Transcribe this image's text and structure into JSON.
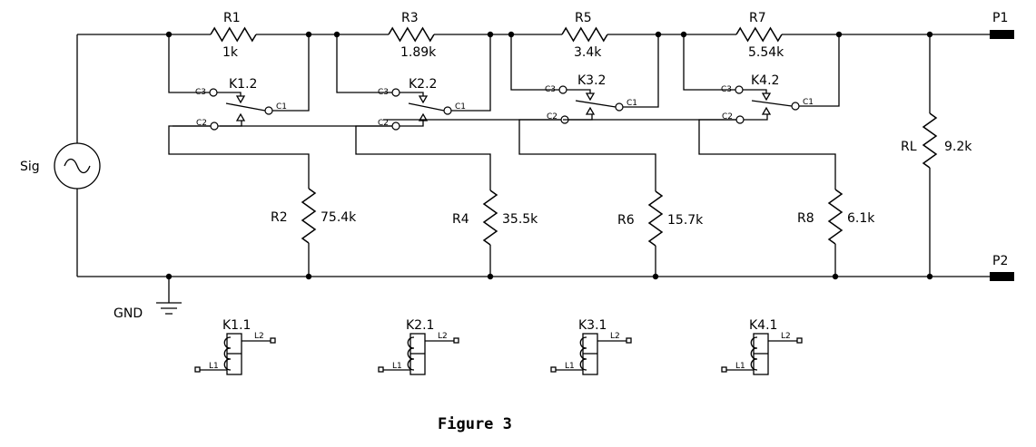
{
  "figure_caption": "Figure 3",
  "source": {
    "label": "Sig"
  },
  "ground": {
    "label": "GND"
  },
  "ports": {
    "p1": "P1",
    "p2": "P2"
  },
  "series_resistors": [
    {
      "name": "R1",
      "value": "1k"
    },
    {
      "name": "R3",
      "value": "1.89k"
    },
    {
      "name": "R5",
      "value": "3.4k"
    },
    {
      "name": "R7",
      "value": "5.54k"
    }
  ],
  "shunt_resistors": [
    {
      "name": "R2",
      "value": "75.4k"
    },
    {
      "name": "R4",
      "value": "35.5k"
    },
    {
      "name": "R6",
      "value": "15.7k"
    },
    {
      "name": "R8",
      "value": "6.1k"
    }
  ],
  "load": {
    "name": "RL",
    "value": "9.2k"
  },
  "switches": [
    {
      "name": "K1.2",
      "c1": "C1",
      "c2": "C2",
      "c3": "C3"
    },
    {
      "name": "K2.2",
      "c1": "C1",
      "c2": "C2",
      "c3": "C3"
    },
    {
      "name": "K3.2",
      "c1": "C1",
      "c2": "C2",
      "c3": "C3"
    },
    {
      "name": "K4.2",
      "c1": "C1",
      "c2": "C2",
      "c3": "C3"
    }
  ],
  "coils": [
    {
      "name": "K1.1",
      "l1": "L1",
      "l2": "L2"
    },
    {
      "name": "K2.1",
      "l1": "L1",
      "l2": "L2"
    },
    {
      "name": "K3.1",
      "l1": "L1",
      "l2": "L2"
    },
    {
      "name": "K4.1",
      "l1": "L1",
      "l2": "L2"
    }
  ]
}
